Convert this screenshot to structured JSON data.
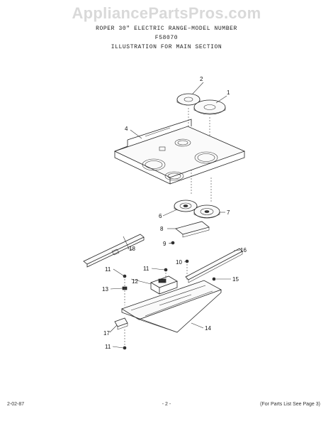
{
  "watermark": "AppliancePartsPros.com",
  "header": {
    "line1": "ROPER 30\" ELECTRIC RANGE–MODEL NUMBER",
    "line2": "F58070",
    "line3": "ILLUSTRATION FOR MAIN SECTION"
  },
  "callouts": [
    "1",
    "2",
    "4",
    "6",
    "7",
    "8",
    "9",
    "10",
    "11",
    "12",
    "13",
    "14",
    "15",
    "16",
    "17",
    "18"
  ],
  "labels": {
    "c1": "1",
    "c2": "2",
    "c4": "4",
    "c6": "6",
    "c7": "7",
    "c8": "8",
    "c9": "9",
    "c10": "10",
    "c11a": "11",
    "c11b": "11",
    "c11c": "11",
    "c12": "12",
    "c13": "13",
    "c14": "14",
    "c15": "15",
    "c16": "16",
    "c17": "17",
    "c18": "18"
  },
  "footer": {
    "date": "2-02-87",
    "page": "- 2 -",
    "note": "(For Parts List See Page 3)"
  }
}
